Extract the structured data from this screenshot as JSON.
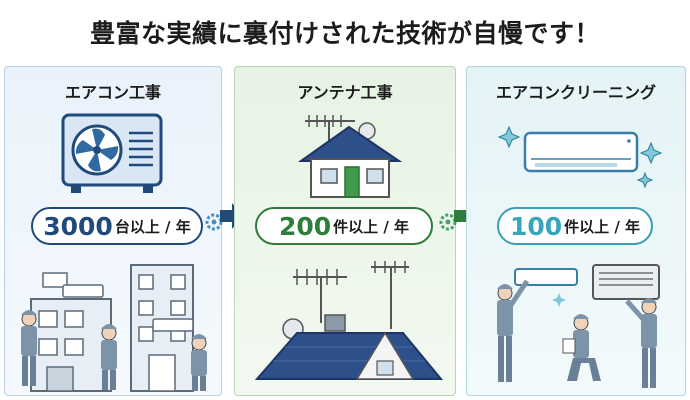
{
  "headline": "豊富な実績に裏付けされた技術が自慢です！",
  "services": [
    {
      "title": "エアコン工事",
      "count": "3000",
      "unit": "台以上 / 年"
    },
    {
      "title": "アンテナ工事",
      "count": "200",
      "unit": "件以上 / 年"
    },
    {
      "title": "エアコンクリーニング",
      "count": "100",
      "unit": "件以上 / 年"
    }
  ],
  "colors": {
    "navy": "#1f4a7a",
    "green": "#2e7d3a",
    "teal": "#39a5bd"
  }
}
